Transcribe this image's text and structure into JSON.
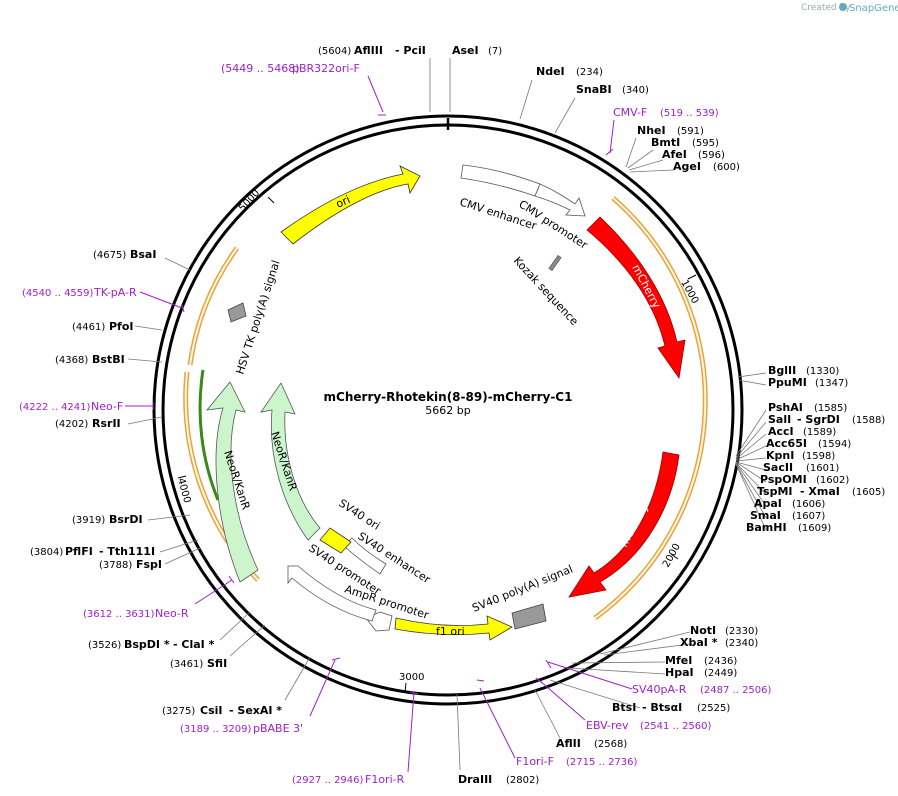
{
  "credit": {
    "prefix": "Created by",
    "brand": "SnapGene"
  },
  "plasmid": {
    "name": "mCherry-Rhotekin(8-89)-mCherry-C1",
    "size": "5662 bp"
  },
  "ticks": [
    "1000",
    "2000",
    "3000",
    "4000",
    "5000"
  ],
  "features": {
    "ori": "ori",
    "cmv_enhancer": "CMV enhancer",
    "cmv_promoter": "CMV promoter",
    "kozak": "Kozak sequence",
    "mcherry1": "mCherry",
    "mcherry2": "mCherry",
    "sv40_polya": "SV40 poly(A) signal",
    "f1_ori": "f1 ori",
    "ampr_promoter": "AmpR promoter",
    "sv40_promoter": "SV40 promoter",
    "sv40_enhancer": "SV40 enhancer",
    "sv40_ori": "SV40 ori",
    "neor1": "NeoR/KanR",
    "neor2": "NeoR/KanR",
    "hsv_tk": "HSV TK poly(A) signal"
  },
  "sites": {
    "aflIII_pciI": {
      "pos": "(5604)",
      "name": "AflIII",
      "name2": "- PciI"
    },
    "aseI": {
      "name": "AseI",
      "pos": "(7)"
    },
    "ndeI": {
      "name": "NdeI",
      "pos": "(234)"
    },
    "snaBI": {
      "name": "SnaBI",
      "pos": "(340)"
    },
    "nheI": {
      "name": "NheI",
      "pos": "(591)"
    },
    "bmtI": {
      "name": "BmtI",
      "pos": "(595)"
    },
    "afeI": {
      "name": "AfeI",
      "pos": "(596)"
    },
    "ageI": {
      "name": "AgeI",
      "pos": "(600)"
    },
    "bglII": {
      "name": "BglII",
      "pos": "(1330)"
    },
    "ppuMI": {
      "name": "PpuMI",
      "pos": "(1347)"
    },
    "pshAI": {
      "name": "PshAI",
      "pos": "(1585)"
    },
    "salI": {
      "name": "SalI",
      "name2": "- SgrDI",
      "pos": "(1588)"
    },
    "accI": {
      "name": "AccI",
      "pos": "(1589)"
    },
    "acc65I": {
      "name": "Acc65I",
      "pos": "(1594)"
    },
    "kpnI": {
      "name": "KpnI",
      "pos": "(1598)"
    },
    "sacII": {
      "name": "SacII",
      "pos": "(1601)"
    },
    "pspOMI": {
      "name": "PspOMI",
      "pos": "(1602)"
    },
    "tspMI": {
      "name": "TspMI",
      "name2": "- XmaI",
      "pos": "(1605)"
    },
    "apaI": {
      "name": "ApaI",
      "pos": "(1606)"
    },
    "smaI": {
      "name": "SmaI",
      "pos": "(1607)"
    },
    "bamHI": {
      "name": "BamHI",
      "pos": "(1609)"
    },
    "notI": {
      "name": "NotI",
      "pos": "(2330)"
    },
    "xbaI": {
      "name": "XbaI *",
      "pos": "(2340)"
    },
    "mfeI": {
      "name": "MfeI",
      "pos": "(2436)"
    },
    "hpaI": {
      "name": "HpaI",
      "pos": "(2449)"
    },
    "btsI": {
      "name": "BtsI",
      "name2": "- BtsαI",
      "pos": "(2525)"
    },
    "aflII": {
      "name": "AflII",
      "pos": "(2568)"
    },
    "draIII": {
      "name": "DraIII",
      "pos": "(2802)"
    },
    "csiI": {
      "pos": "(3275)",
      "name": "CsiI",
      "name2": "- SexAI *"
    },
    "sfiI": {
      "pos": "(3461)",
      "name": "SfiI"
    },
    "bspDI": {
      "pos": "(3526)",
      "name": "BspDI *",
      "name2": "- ClaI *"
    },
    "fspI": {
      "pos": "(3788)",
      "name": "FspI"
    },
    "pflFI": {
      "pos": "(3804)",
      "name": "PflFI",
      "name2": "- Tth111I"
    },
    "bsrDI": {
      "pos": "(3919)",
      "name": "BsrDI"
    },
    "rsrII": {
      "pos": "(4202)",
      "name": "RsrII"
    },
    "bstBI": {
      "pos": "(4368)",
      "name": "BstBI"
    },
    "pfoI": {
      "pos": "(4461)",
      "name": "PfoI"
    },
    "bsaI": {
      "pos": "(4675)",
      "name": "BsaI"
    }
  },
  "primers": {
    "pbr322": {
      "range": "(5449 .. 5468)",
      "name": "pBR322ori-F"
    },
    "cmvf": {
      "name": "CMV-F",
      "range": "(519 .. 539)"
    },
    "sv40pa": {
      "name": "SV40pA-R",
      "range": "(2487 .. 2506)"
    },
    "ebv": {
      "name": "EBV-rev",
      "range": "(2541 .. 2560)"
    },
    "f1orif": {
      "name": "F1ori-F",
      "range": "(2715 .. 2736)"
    },
    "f1orir": {
      "range": "(2927 .. 2946)",
      "name": "F1ori-R"
    },
    "pbabe": {
      "range": "(3189 .. 3209)",
      "name": "pBABE 3'"
    },
    "neor": {
      "range": "(3612 .. 3631)",
      "name": "Neo-R"
    },
    "neof": {
      "range": "(4222 .. 4241)",
      "name": "Neo-F"
    },
    "tkpa": {
      "range": "(4540 .. 4559)",
      "name": "TK-pA-R"
    }
  },
  "colors": {
    "mcherry": "#ff0000",
    "ori": "#ffff00",
    "neor": "#ccf5cc",
    "primer": "#a020c8",
    "orf": "#e8a33a"
  }
}
